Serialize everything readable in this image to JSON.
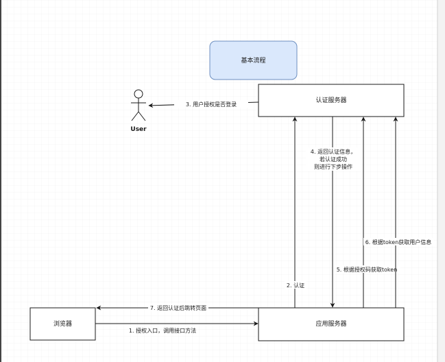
{
  "diagram": {
    "title_box": "基本流程",
    "auth_server": "认证服务器",
    "app_server": "应用服务器",
    "browser": "浏览器",
    "user": "User",
    "edges": {
      "e1": "1. 授权入口，调用接口方法",
      "e2": "2. 认证",
      "e3": "3. 用户授权是否登录",
      "e4": [
        "4. 返回认证信息，",
        "若认证成功",
        "则进行下步操作"
      ],
      "e5": "5. 根据授权码获取token",
      "e6": "6. 根据token获取用户信息",
      "e7": "7. 返回认证后跳转页面"
    }
  },
  "colors": {
    "title_fill": "#dae8fc",
    "title_stroke": "#6c8ebf",
    "grid": "#e6e6e6",
    "line": "#1a1a1a"
  }
}
